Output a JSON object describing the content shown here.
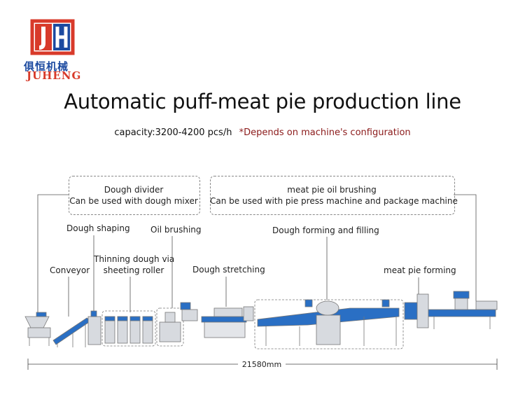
{
  "brand": {
    "name_cn": "俱恒机械",
    "name_en": "JUHENG"
  },
  "title": "Automatic puff-meat pie production line",
  "capacity": "capacity:3200-4200 pcs/h",
  "note": "*Depends on machine's configuration",
  "callouts": {
    "divider_line1": "Dough divider",
    "divider_line2": "Can be used with dough mixer",
    "brushing_line1": "meat pie oil brushing",
    "brushing_line2": "Can be used with pie press machine and package machine"
  },
  "labels": {
    "dough_shaping": "Dough shaping",
    "oil_brushing": "Oil brushing",
    "dough_forming": "Dough forming and filling",
    "thinning_line1": "Thinning dough via",
    "thinning_line2": "sheeting roller",
    "conveyor": "Conveyor",
    "dough_stretching": "Dough stretching",
    "meat_pie_forming": "meat pie forming"
  },
  "dimension": "21580mm",
  "colors": {
    "belt": "#2a6fc4",
    "steel": "#c9ccd1",
    "logo_red": "#d83a2a",
    "logo_blue": "#1c4aa0",
    "note": "#8b1a1a"
  }
}
